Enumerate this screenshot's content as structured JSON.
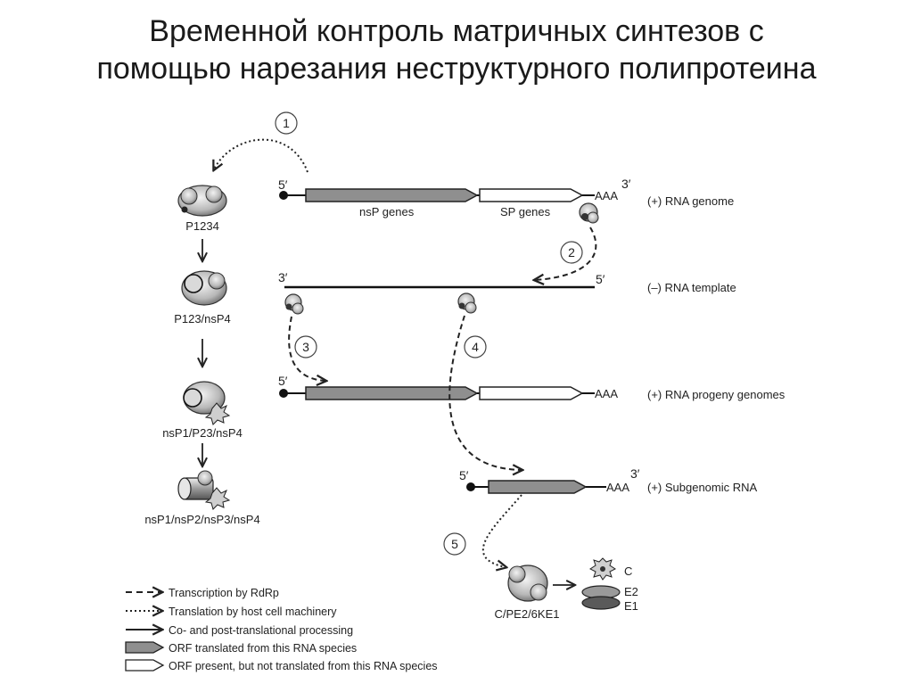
{
  "title": {
    "line1": "Временной контроль матричных синтезов с",
    "line2": "помощью нарезания неструктурного полипротеина"
  },
  "strands": {
    "genome": {
      "five": "5′",
      "three": "3′",
      "tail": "AAA",
      "label": "(+) RNA genome",
      "nsp": "nsP genes",
      "sp": "SP genes"
    },
    "template": {
      "five": "5′",
      "three": "3′",
      "label": "(–) RNA template"
    },
    "progeny": {
      "five": "5′",
      "tail": "AAA",
      "label": "(+) RNA progeny genomes"
    },
    "subgenomic": {
      "five": "5′",
      "three": "3′",
      "tail": "AAA",
      "label": "(+) Subgenomic RNA"
    }
  },
  "steps": {
    "s1": "1",
    "s2": "2",
    "s3": "3",
    "s4": "4",
    "s5": "5"
  },
  "proteins": {
    "p1234": "P1234",
    "p123": "P123/nsP4",
    "nsp1p23": "nsP1/P23/nsP4",
    "nsp_all": "nsP1/nsP2/nsP3/nsP4",
    "structural": "C/PE2/6KE1",
    "c": "C",
    "e2": "E2",
    "e1": "E1"
  },
  "legend": {
    "transcription": "Transcription by RdRp",
    "translation": "Translation by host cell machinery",
    "processing": "Co- and post-translational processing",
    "orf_translated": "ORF translated from this RNA species",
    "orf_not_translated": "ORF present, but not translated from this RNA species"
  }
}
